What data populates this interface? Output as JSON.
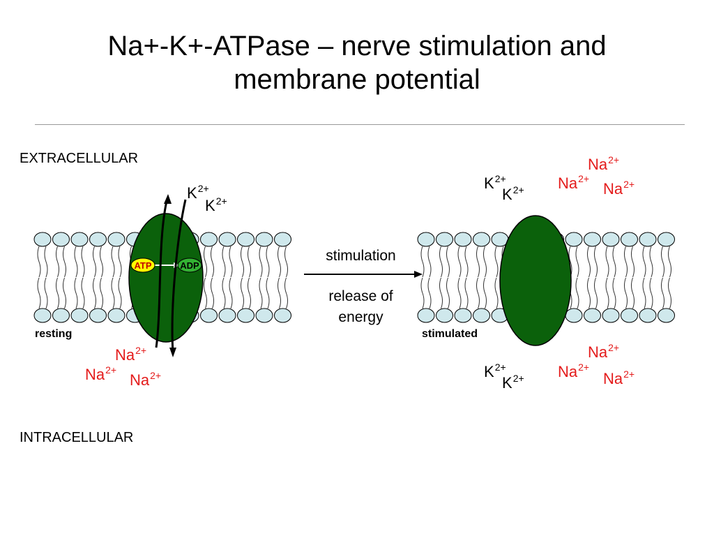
{
  "title": "Na+-K+-ATPase – nerve stimulation and membrane potential",
  "title_line1": "Na+-K+-ATPase – nerve stimulation and",
  "title_line2": "membrane potential",
  "regions": {
    "extracellular": "EXTRACELLULAR",
    "intracellular": "INTRACELLULAR"
  },
  "labels": {
    "resting": "resting",
    "stimulated": "stimulated"
  },
  "process": {
    "stimulation": "stimulation",
    "release_line1": "release of",
    "release_line2": "energy"
  },
  "pump": {
    "atp": "ATP",
    "adp": "ADP"
  },
  "ion_names": {
    "potassium": "K",
    "sodium": "Na"
  },
  "ion_charge": "2+",
  "colors": {
    "membrane_head": "#cfe8ec",
    "pump": "#0b610b",
    "atp": "#ffff00",
    "adp": "#33b233",
    "sodium": "#e41b1b"
  }
}
